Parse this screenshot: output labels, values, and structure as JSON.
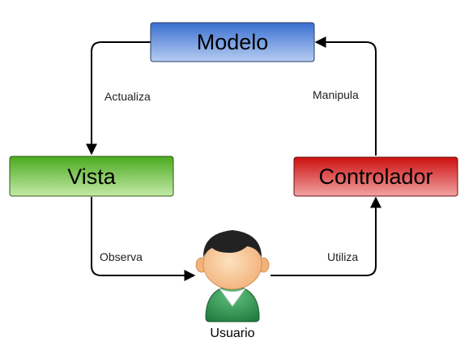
{
  "nodes": {
    "modelo": "Modelo",
    "vista": "Vista",
    "controlador": "Controlador",
    "usuario": "Usuario"
  },
  "edges": {
    "actualiza": "Actualiza",
    "manipula": "Manipula",
    "observa": "Observa",
    "utiliza": "Utiliza"
  },
  "colors": {
    "modelo": "#4a7fd4",
    "vista": "#56b22b",
    "controlador": "#d01414",
    "user_shirt": "#2e8b57",
    "user_hair": "#222222",
    "user_skin": "#f6c08a"
  }
}
